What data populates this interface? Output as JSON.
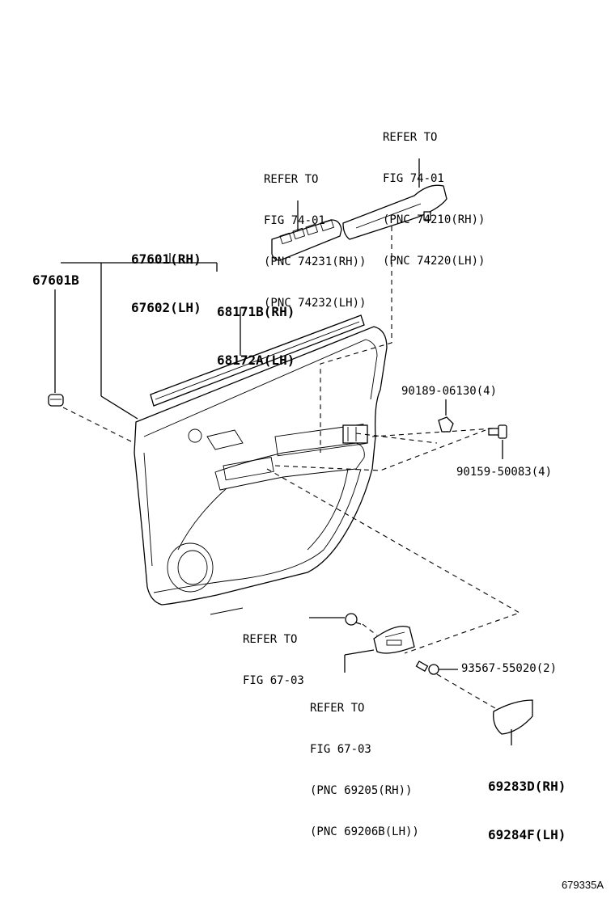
{
  "callouts": {
    "refer_74_01_a": [
      "REFER TO",
      "FIG 74-01",
      "(PNC 74210(RH))",
      "(PNC 74220(LH))"
    ],
    "refer_74_01_b": [
      "REFER TO",
      "FIG 74-01",
      "(PNC 74231(RH))",
      "(PNC 74232(LH))"
    ],
    "refer_67_03_a": [
      "REFER TO",
      "FIG 67-03"
    ],
    "refer_67_03_b": [
      "REFER TO",
      "FIG 67-03",
      "(PNC 69205(RH))",
      "(PNC 69206B(LH))"
    ]
  },
  "parts": {
    "p67601": [
      "67601(RH)",
      "67602(LH)"
    ],
    "p67601b": "67601B",
    "p68171": [
      "68171B(RH)",
      "68172A(LH)"
    ],
    "p90189": "90189-06130(4)",
    "p90159": "90159-50083(4)",
    "p93567": "93567-55020(2)",
    "p69283": [
      "69283D(RH)",
      "69284F(LH)"
    ]
  },
  "figure_id": "679335A"
}
